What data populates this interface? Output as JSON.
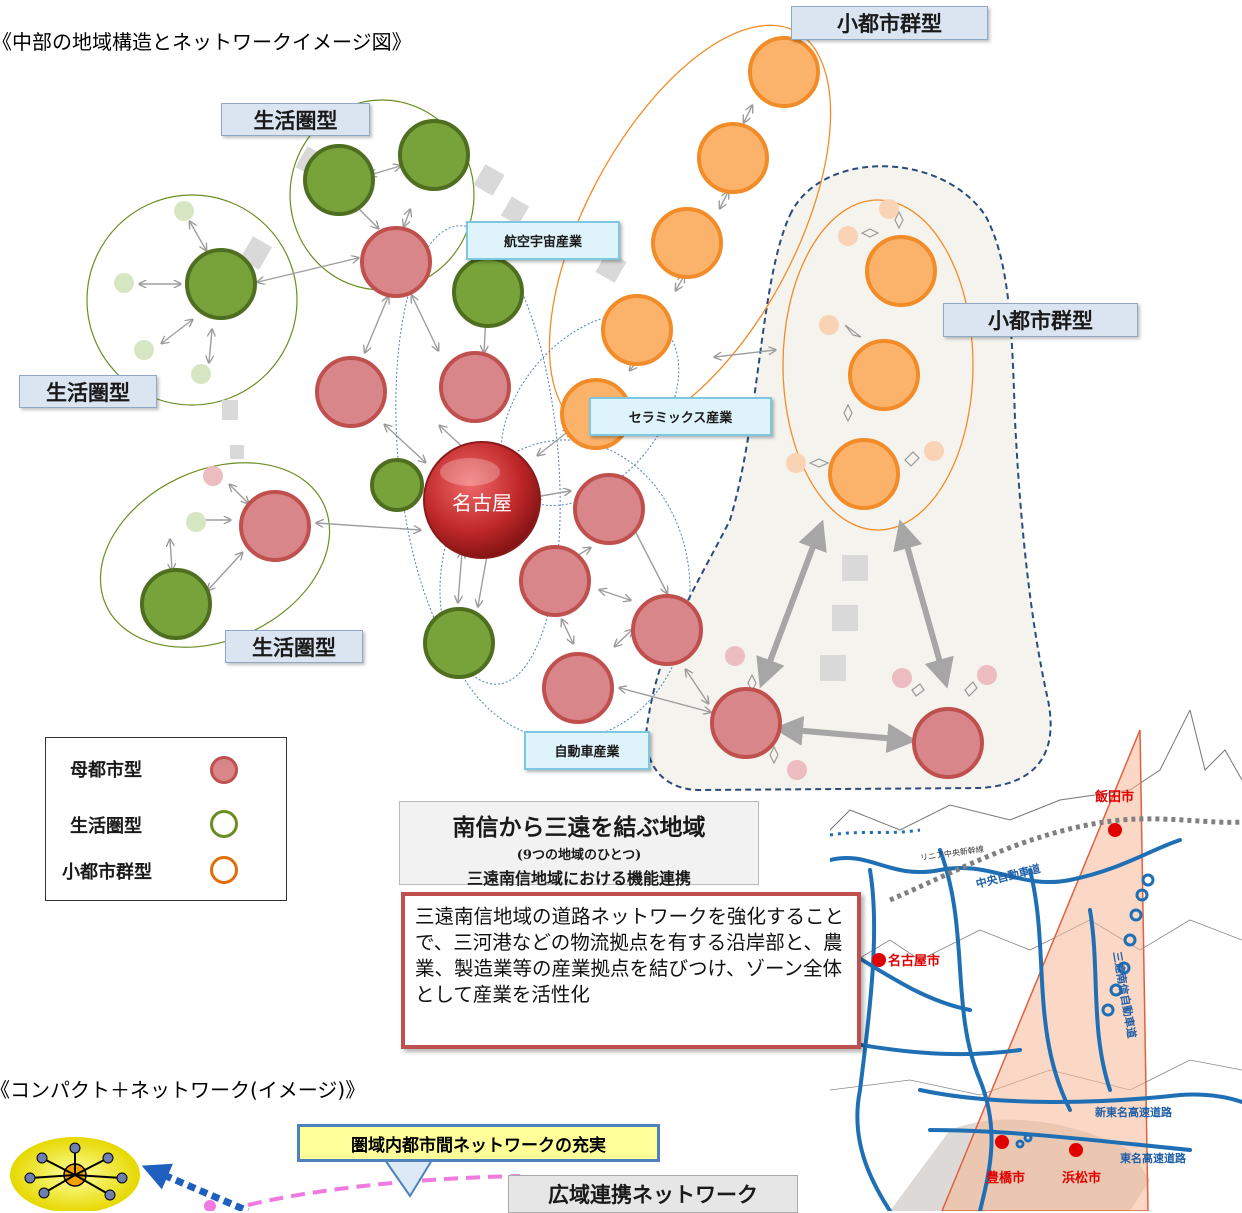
{
  "headings": {
    "main": "《中部の地域構造とネットワークイメージ図》",
    "compact": "《コンパクト＋ネットワーク(イメージ)》"
  },
  "nodes": {
    "center_label": "名古屋"
  },
  "type_labels": {
    "small_city_top": "小都市群型",
    "small_city_right": "小都市群型",
    "living_top": "生活圏型",
    "living_left": "生活圏型",
    "living_bottom": "生活圏型"
  },
  "industry_labels": {
    "aerospace": "航空宇宙産業",
    "ceramics": "セラミックス産業",
    "automotive": "自動車産業"
  },
  "legend": {
    "items": [
      {
        "label": "母都市型",
        "color": "#c0504d",
        "fill": true
      },
      {
        "label": "生活圏型",
        "color": "#6b8e23",
        "fill": false
      },
      {
        "label": "小都市群型",
        "color": "#e36c09",
        "fill": false
      }
    ]
  },
  "region_title": {
    "line1": "南信から三遠を結ぶ地域",
    "line2": "(9つの地域のひとつ)",
    "line3": "三遠南信地域における機能連携"
  },
  "description": "三遠南信地域の道路ネットワークを強化することで、三河港などの物流拠点を有する沿岸部と、農業、製造業等の産業拠点を結びつけ、ゾーン全体として産業を活性化",
  "map": {
    "cities": [
      "飯田市",
      "名古屋市",
      "豊橋市",
      "浜松市"
    ],
    "roads": [
      "リニア中央新幹線",
      "中央自動車道",
      "三遠南信自動車道",
      "新東名高速道路",
      "東名高速道路"
    ]
  },
  "bottom": {
    "intra_network": "圏域内都市間ネットワークの充実",
    "wide_network": "広域連携ネットワーク"
  },
  "colors": {
    "mother": "#d9868b",
    "mother_stroke": "#c0504d",
    "living": "#77a33a",
    "living_stroke": "#4f6e1f",
    "small": "#fbb26a",
    "small_stroke": "#f28c28",
    "center": "#b22222"
  }
}
